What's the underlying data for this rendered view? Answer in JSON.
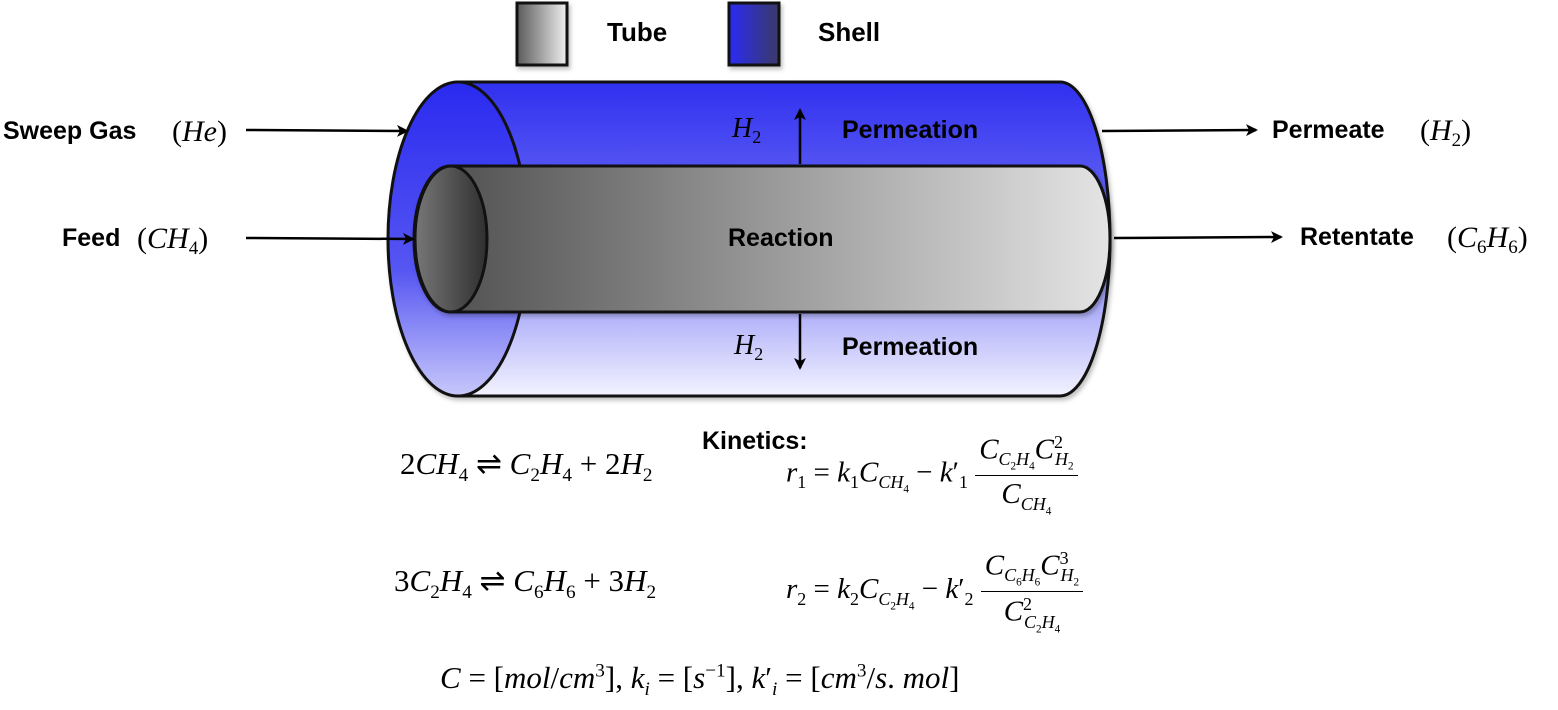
{
  "legend": {
    "tube_label": "Tube",
    "shell_label": "Shell"
  },
  "inputs": {
    "sweep_gas_label": "Sweep Gas",
    "sweep_gas_species": "(He)",
    "feed_label": "Feed",
    "feed_species": "(CH4)"
  },
  "outputs": {
    "permeate_label": "Permeate",
    "permeate_species": "(H2)",
    "retentate_label": "Retentate",
    "retentate_species": "(C6H6)"
  },
  "reactor": {
    "reaction_label": "Reaction",
    "permeation_label": "Permeation",
    "h2_symbol": "H2"
  },
  "kinetics": {
    "title": "Kinetics:",
    "reaction_1": "2CH4 ⇌ C2H4 + 2H2",
    "rate_1": "r1 = k1 C_CH4 − k1' C_C2H4 C_H2^2 / C_CH4",
    "reaction_2": "3C2H4 ⇌ C6H6 + 3H2",
    "rate_2": "r2 = k2 C_C2H4 − k2' C_C6H6 C_H2^3 / C_C2H4^2",
    "units": "C = [mol/cm3], ki = [s−1], ki' = [cm3/s.mol]"
  },
  "colors": {
    "shell_blue": "#3a3af2",
    "tube_dark": "#555555",
    "tube_light": "#dddddd",
    "outline": "#111111"
  }
}
